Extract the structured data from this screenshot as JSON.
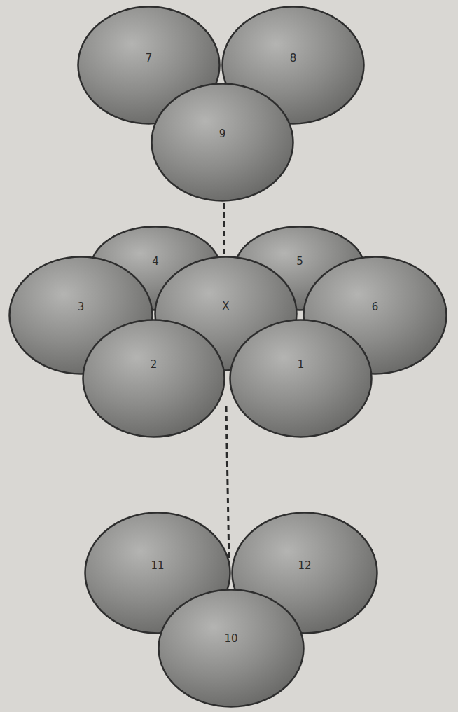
{
  "diagram": {
    "nodes": [
      {
        "text": [
          "7"
        ]
      },
      {
        "text": [
          "8"
        ]
      },
      {
        "text": [
          "9"
        ]
      },
      {
        "text": [
          "4"
        ]
      },
      {
        "text": [
          "5"
        ]
      },
      {
        "text": [
          "3"
        ]
      },
      {
        "text": [
          "X"
        ]
      },
      {
        "text": [
          "6"
        ]
      },
      {
        "text": [
          "2"
        ]
      },
      {
        "text": [
          "1"
        ]
      },
      {
        "text": [
          "11"
        ]
      },
      {
        "text": [
          "12"
        ]
      },
      {
        "text": [
          "10"
        ]
      }
    ]
  }
}
